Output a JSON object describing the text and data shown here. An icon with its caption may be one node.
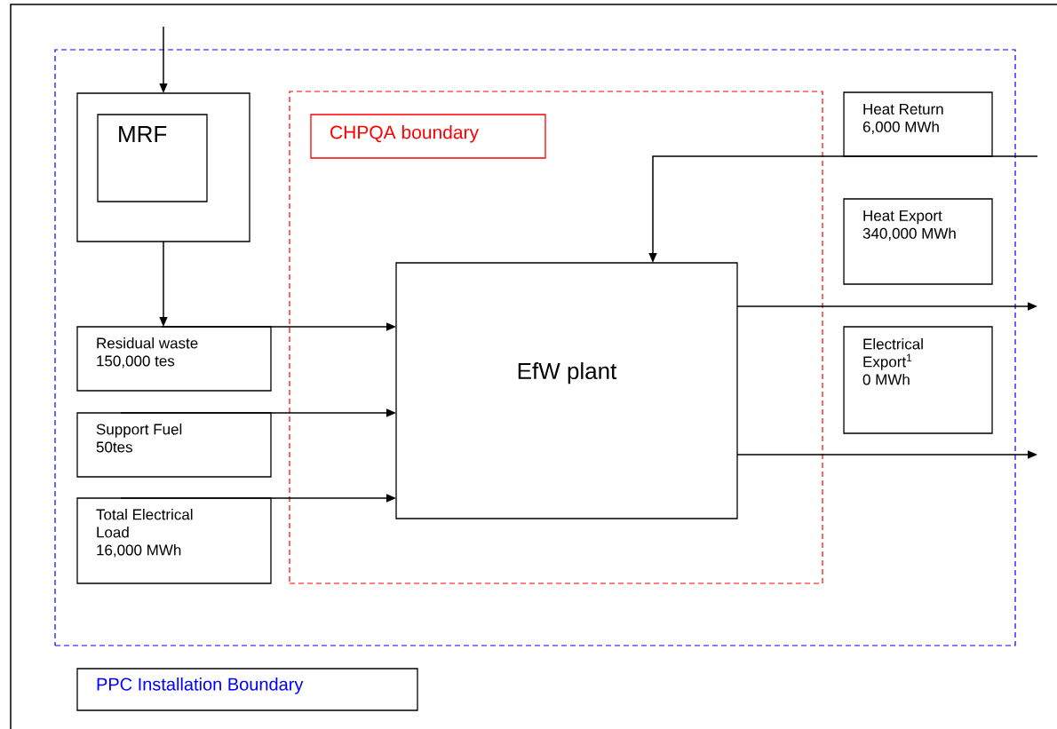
{
  "diagram": {
    "nodes": [
      {
        "text": [],
        "shape": "box"
      },
      {
        "text": [],
        "shape": "box",
        "in": 0
      },
      {
        "text": [
          "MRF"
        ],
        "in": 1
      },
      {
        "text": [],
        "shape": "box",
        "in": 0
      },
      {
        "text": [
          "CHPQA boundary"
        ],
        "in": 3
      },
      {
        "text": [
          "Heat Return",
          "6,000 MWh"
        ],
        "in": 0
      },
      {
        "text": [
          "Heat Export",
          "340,000 MWh"
        ],
        "in": 0
      },
      {
        "text": [
          "Electrical Export$^{1}$",
          "0 MWh"
        ],
        "in": 0
      },
      {
        "text": [
          "Residual waste",
          "150,000 tes"
        ],
        "in": 0
      },
      {
        "text": [
          "Support Fuel",
          "50tes"
        ],
        "in": 0
      },
      {
        "text": [
          "Total Electrical Load",
          "16,000 MWh"
        ],
        "in": 0
      },
      {
        "text": [
          "EfW plant"
        ],
        "in": 3
      },
      {
        "text": [
          "PPC Installation Boundary"
        ]
      }
    ],
    "edges": [
      {
        "from": null,
        "to": 1,
        "arrow": "to"
      },
      {
        "from": 1,
        "to": 8,
        "arrow": "to"
      },
      {
        "from": 8,
        "to": 11,
        "arrow": "to"
      },
      {
        "from": 9,
        "to": 11,
        "arrow": "to"
      },
      {
        "from": 10,
        "to": 11,
        "arrow": "to"
      },
      {
        "from": null,
        "to": 11,
        "arrow": "to"
      },
      {
        "from": 11,
        "to": null,
        "arrow": "to"
      },
      {
        "from": 11,
        "to": null,
        "arrow": "to"
      }
    ]
  }
}
